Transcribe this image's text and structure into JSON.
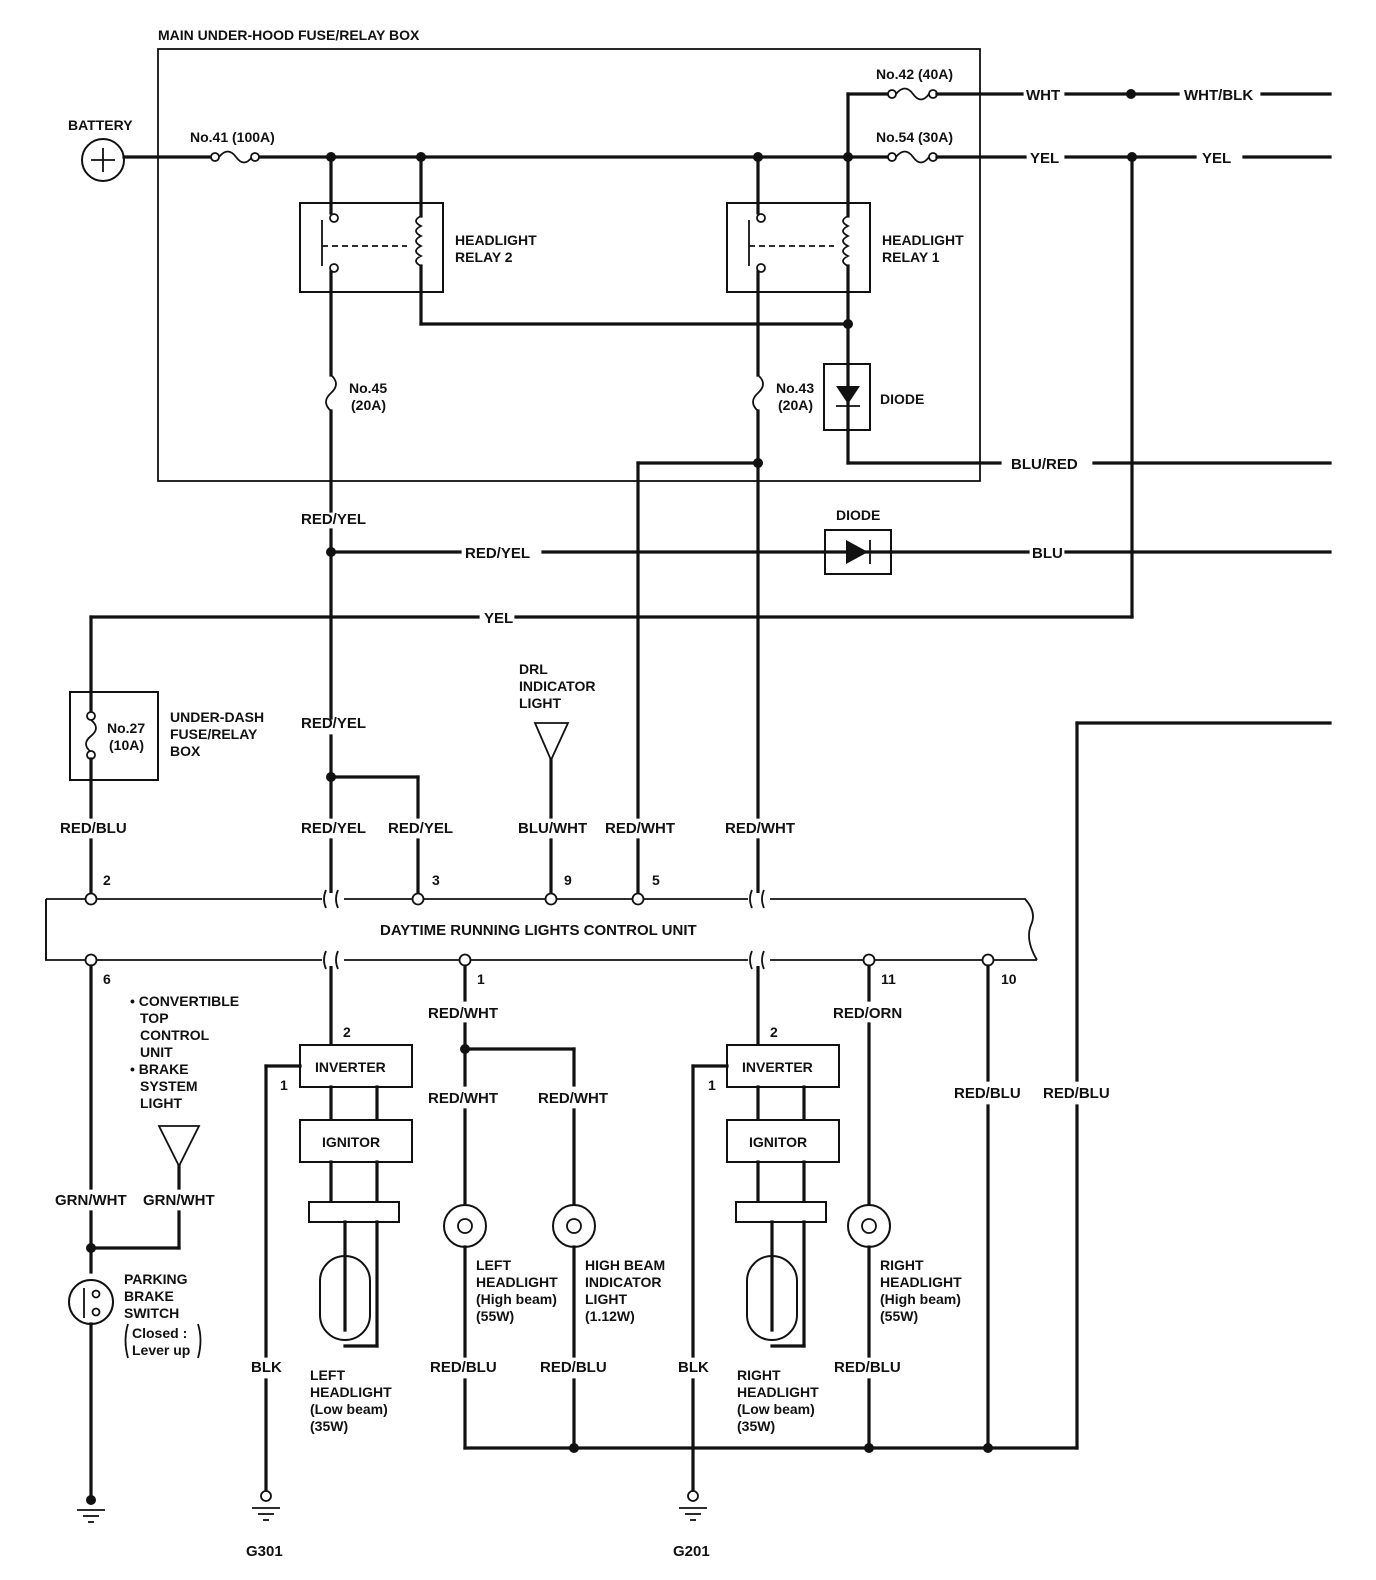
{
  "main_box": {
    "title": "MAIN UNDER-HOOD FUSE/RELAY BOX"
  },
  "battery": {
    "label": "BATTERY"
  },
  "fuses": {
    "f41": {
      "label": "No.41 (100A)"
    },
    "f42": {
      "label": "No.42 (40A)"
    },
    "f54": {
      "label": "No.54 (30A)"
    },
    "f45": {
      "num": "No.45",
      "rating": "(20A)"
    },
    "f43": {
      "num": "No.43",
      "rating": "(20A)"
    },
    "f27": {
      "num": "No.27",
      "rating": "(10A)"
    }
  },
  "relays": {
    "relay2": {
      "line1": "HEADLIGHT",
      "line2": "RELAY 2"
    },
    "relay1": {
      "line1": "HEADLIGHT",
      "line2": "RELAY 1"
    }
  },
  "diodes": {
    "internal": "DIODE",
    "external": "DIODE"
  },
  "underdash": {
    "line1": "UNDER-DASH",
    "line2": "FUSE/RELAY",
    "line3": "BOX"
  },
  "drl_indicator": {
    "line1": "DRL",
    "line2": "INDICATOR",
    "line3": "LIGHT"
  },
  "control_unit": {
    "label": "DAYTIME RUNNING LIGHTS CONTROL UNIT"
  },
  "pins": {
    "p2": "2",
    "p3": "3",
    "p9": "9",
    "p5": "5",
    "p6": "6",
    "p1": "1",
    "p11": "11",
    "p10": "10",
    "inv_l2": "2",
    "inv_l1": "1",
    "inv_r2": "2",
    "inv_r1": "1"
  },
  "convertible": {
    "l1": "• CONVERTIBLE",
    "l2": "TOP",
    "l3": "CONTROL",
    "l4": "UNIT",
    "l5": "• BRAKE",
    "l6": "SYSTEM",
    "l7": "LIGHT"
  },
  "parking": {
    "l1": "PARKING",
    "l2": "BRAKE",
    "l3": "SWITCH",
    "l4": "Closed :",
    "l5": "Lever up"
  },
  "components": {
    "inverter": "INVERTER",
    "ignitor": "IGNITOR"
  },
  "left_low": {
    "l1": "LEFT",
    "l2": "HEADLIGHT",
    "l3": "(Low beam)",
    "l4": "(35W)"
  },
  "right_low": {
    "l1": "RIGHT",
    "l2": "HEADLIGHT",
    "l3": "(Low beam)",
    "l4": "(35W)"
  },
  "left_high": {
    "l1": "LEFT",
    "l2": "HEADLIGHT",
    "l3": "(High beam)",
    "l4": "(55W)"
  },
  "hb_ind": {
    "l1": "HIGH BEAM",
    "l2": "INDICATOR",
    "l3": "LIGHT",
    "l4": "(1.12W)"
  },
  "right_high": {
    "l1": "RIGHT",
    "l2": "HEADLIGHT",
    "l3": "(High beam)",
    "l4": "(55W)"
  },
  "grounds": {
    "g301": "G301",
    "g201": "G201"
  },
  "wires": {
    "wht": "WHT",
    "wht_blk": "WHT/BLK",
    "yel_1": "YEL",
    "yel_2": "YEL",
    "blu_red": "BLU/RED",
    "red_yel_top": "RED/YEL",
    "red_yel_h": "RED/YEL",
    "blu": "BLU",
    "yel_h": "YEL",
    "red_yel_mid": "RED/YEL",
    "red_blu_27": "RED/BLU",
    "red_yel_a": "RED/YEL",
    "red_yel_b": "RED/YEL",
    "blu_wht": "BLU/WHT",
    "red_wht_a": "RED/WHT",
    "red_wht_b": "RED/WHT",
    "red_wht_1": "RED/WHT",
    "red_orn": "RED/ORN",
    "red_wht_lh": "RED/WHT",
    "red_wht_hb": "RED/WHT",
    "red_blu_10": "RED/BLU",
    "red_blu_r": "RED/BLU",
    "grn_wht_a": "GRN/WHT",
    "grn_wht_b": "GRN/WHT",
    "blk_l": "BLK",
    "blk_r": "BLK",
    "red_blu_lh": "RED/BLU",
    "red_blu_hb": "RED/BLU",
    "red_blu_rh": "RED/BLU"
  }
}
